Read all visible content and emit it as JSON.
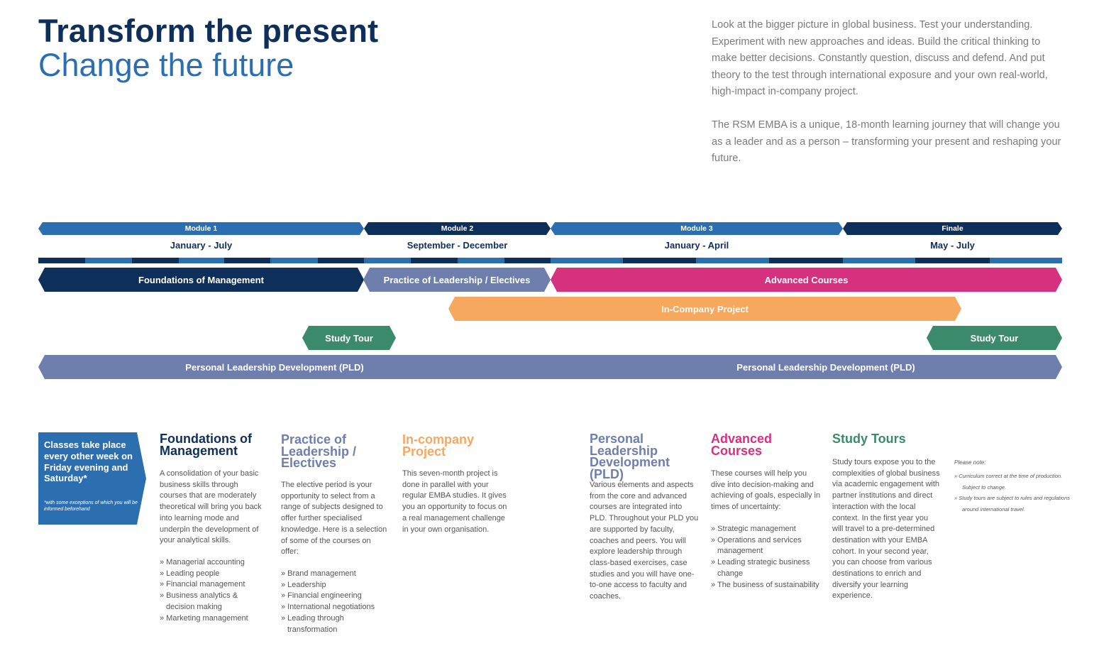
{
  "header": {
    "title_line1": "Transform the present",
    "title_line2": "Change the future",
    "intro_p1": "Look at the bigger picture in global business. Test your understanding. Experiment with new approaches and ideas. Build the critical thinking to make better decisions. Constantly question, discuss and defend. And put theory to the test through international exposure and your own real-world, high-impact in-company project.",
    "intro_p2": "The RSM EMBA is a unique, 18-month learning journey that will change you as a leader and as a person – transforming your present and reshaping your future."
  },
  "timeline": {
    "modules": [
      {
        "label": "Module 1",
        "period": "January - July"
      },
      {
        "label": "Module 2",
        "period": "September - December"
      },
      {
        "label": "Module 3",
        "period": "January - April"
      },
      {
        "label": "Finale",
        "period": "May - July"
      }
    ],
    "programs": {
      "foundations": "Foundations of Management",
      "practice": "Practice of Leadership / Electives",
      "advanced": "Advanced Courses",
      "in_company": "In-Company Project",
      "study_tour_1": "Study Tour",
      "study_tour_2": "Study Tour",
      "pld_1": "Personal Leadership Development (PLD)",
      "pld_2": "Personal Leadership Development (PLD)"
    }
  },
  "classes": {
    "text": "Classes take place every other week on Friday evening and Saturday*",
    "note": "*with some exceptions of which you will be informed beforehand"
  },
  "columns": {
    "foundations": {
      "title": "Foundations of Management",
      "body": "A consolidation of your basic business skills through courses that are moderately theoretical will bring you back into learning mode and underpin the development of your analytical skills.",
      "items": [
        "» Managerial accounting",
        "» Leading people",
        "» Financial management",
        "» Business analytics & decision making",
        "» Marketing management"
      ]
    },
    "practice": {
      "title": "Practice of Leadership / Electives",
      "body": "The elective period is your opportunity to select from a range of subjects designed to offer further specialised knowledge. Here is a selection of some of the courses on offer:",
      "items": [
        "» Brand management",
        "» Leadership",
        "» Financial engineering",
        "» International negotiations",
        "» Leading through transformation"
      ]
    },
    "in_company": {
      "title": "In-company Project",
      "body": "This seven-month project is done in parallel with your regular EMBA studies. It gives you an opportunity to focus on a real management challenge in your own organisation."
    },
    "pld": {
      "title": "Personal Leadership Development (PLD)",
      "body": "Various elements and aspects from the core and advanced courses are integrated into PLD. Throughout your PLD you are supported by faculty, coaches and peers. You will explore leadership through class-based exercises, case studies and you will have one-to-one access to faculty and coaches."
    },
    "advanced": {
      "title": "Advanced Courses",
      "body": "These courses will help you dive into decision-making and achieving of goals, especially in times of uncertainty:",
      "items": [
        "» Strategic management",
        "» Operations and services management",
        "» Leading strategic business change",
        "» The business of sustainability"
      ]
    },
    "study_tours": {
      "title": "Study Tours",
      "body": "Study tours expose you to the complexities of global business via academic engagement with partner institutions and direct interaction with the local context. In the first year you will travel to a pre-determined destination with your EMBA cohort. In your second year, you can choose from various destinations to enrich and diversify your learning experience."
    }
  },
  "note": {
    "title": "Please note:",
    "items": [
      "» Curriculum correct at the time of production. Subject to change.",
      "» Study tours are subject to rules and regulations around international travel."
    ]
  },
  "colors": {
    "navy": "#0f2f5b",
    "blue": "#2c6fb0",
    "slate": "#6e7fad",
    "pink": "#d6317f",
    "orange": "#f6a85f",
    "green": "#3b8a6c"
  }
}
